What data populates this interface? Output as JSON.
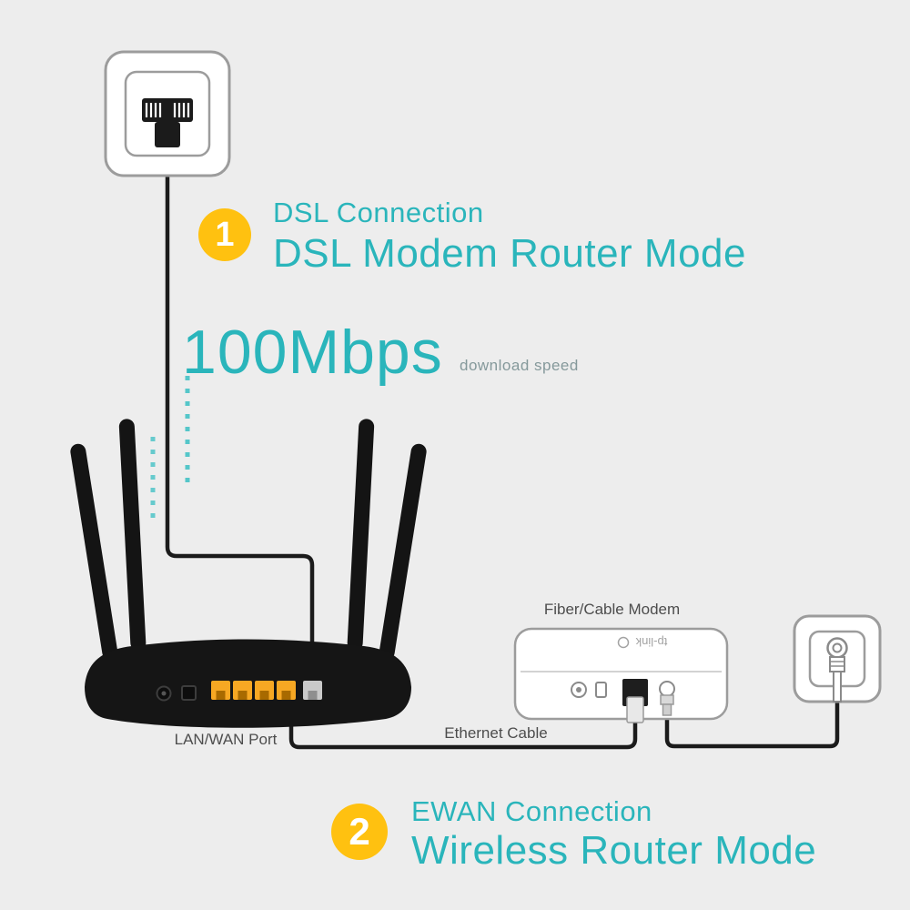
{
  "colors": {
    "background": "#ededed",
    "teal": "#2ab5bb",
    "badge_yellow": "#ffc110",
    "port_yellow": "#f7a823",
    "cable_black": "#1b1b1b",
    "outline_grey": "#9c9c9c",
    "label_grey": "#4d4d4d"
  },
  "step1": {
    "number": "1",
    "title": "DSL Connection",
    "subtitle": "DSL Modem Router Mode"
  },
  "speed": {
    "value": "100Mbps",
    "caption": "download speed"
  },
  "labels": {
    "lan_wan_port": "LAN/WAN Port",
    "ethernet_cable": "Ethernet Cable",
    "fiber_cable_modem": "Fiber/Cable Modem"
  },
  "modem": {
    "logo": "tp-link"
  },
  "step2": {
    "number": "2",
    "title": "EWAN Connection",
    "subtitle": "Wireless Router Mode"
  }
}
